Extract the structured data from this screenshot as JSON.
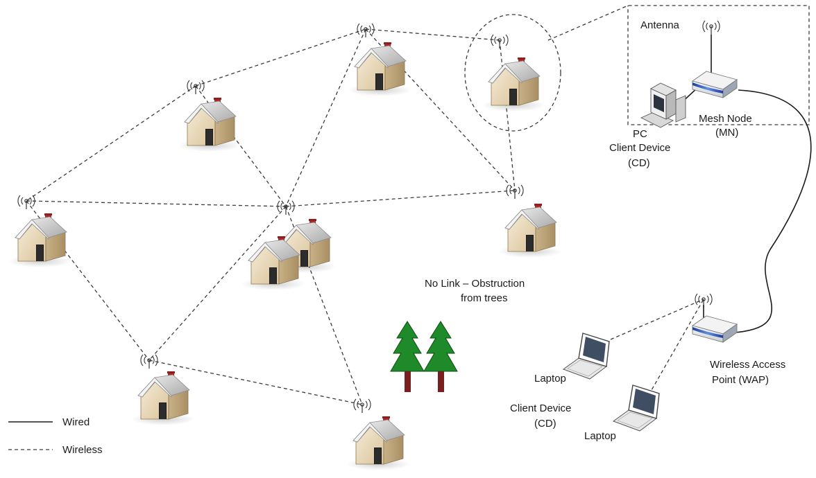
{
  "labels": {
    "antenna": "Antenna",
    "mesh_node_1": "Mesh Node",
    "mesh_node_2": "(MN)",
    "pc": "PC",
    "client_device_1": "Client Device",
    "client_device_2": "(CD)",
    "no_link_1": "No Link – Obstruction",
    "no_link_2": "from trees",
    "laptop_a": "Laptop",
    "laptop_b": "Laptop",
    "client_device_3": "Client Device",
    "client_device_4": "(CD)",
    "wap_1": "Wireless Access",
    "wap_2": "Point (WAP)"
  },
  "legend": {
    "wired": "Wired",
    "wireless": "Wireless"
  }
}
